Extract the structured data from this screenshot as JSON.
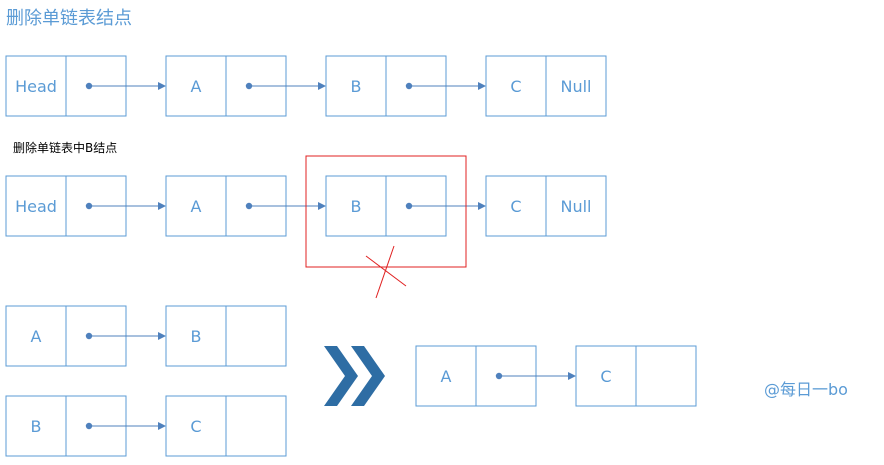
{
  "title": "删除单链表结点",
  "subtitle": "删除单链表中B结点",
  "watermark": "@每日一bo",
  "rows": [
    {
      "nodes": [
        {
          "data": "Head",
          "next": ""
        },
        {
          "data": "A",
          "next": ""
        },
        {
          "data": "B",
          "next": ""
        },
        {
          "data": "C",
          "next": "Null"
        }
      ]
    },
    {
      "nodes": [
        {
          "data": "Head",
          "next": ""
        },
        {
          "data": "A",
          "next": ""
        },
        {
          "data": "B",
          "next": ""
        },
        {
          "data": "C",
          "next": "Null"
        }
      ]
    },
    {
      "nodes": [
        {
          "data": "A",
          "next": ""
        },
        {
          "data": "B",
          "next": ""
        }
      ]
    },
    {
      "nodes": [
        {
          "data": "B",
          "next": ""
        },
        {
          "data": "C",
          "next": ""
        }
      ]
    },
    {
      "nodes": [
        {
          "data": "A",
          "next": ""
        },
        {
          "data": "C",
          "next": ""
        }
      ]
    }
  ],
  "deleted_node": "B",
  "colors": {
    "node": "#5b9bd5",
    "pointer": "#4f81bd",
    "highlight": "#e02020",
    "chevron": "#2e6da4"
  }
}
